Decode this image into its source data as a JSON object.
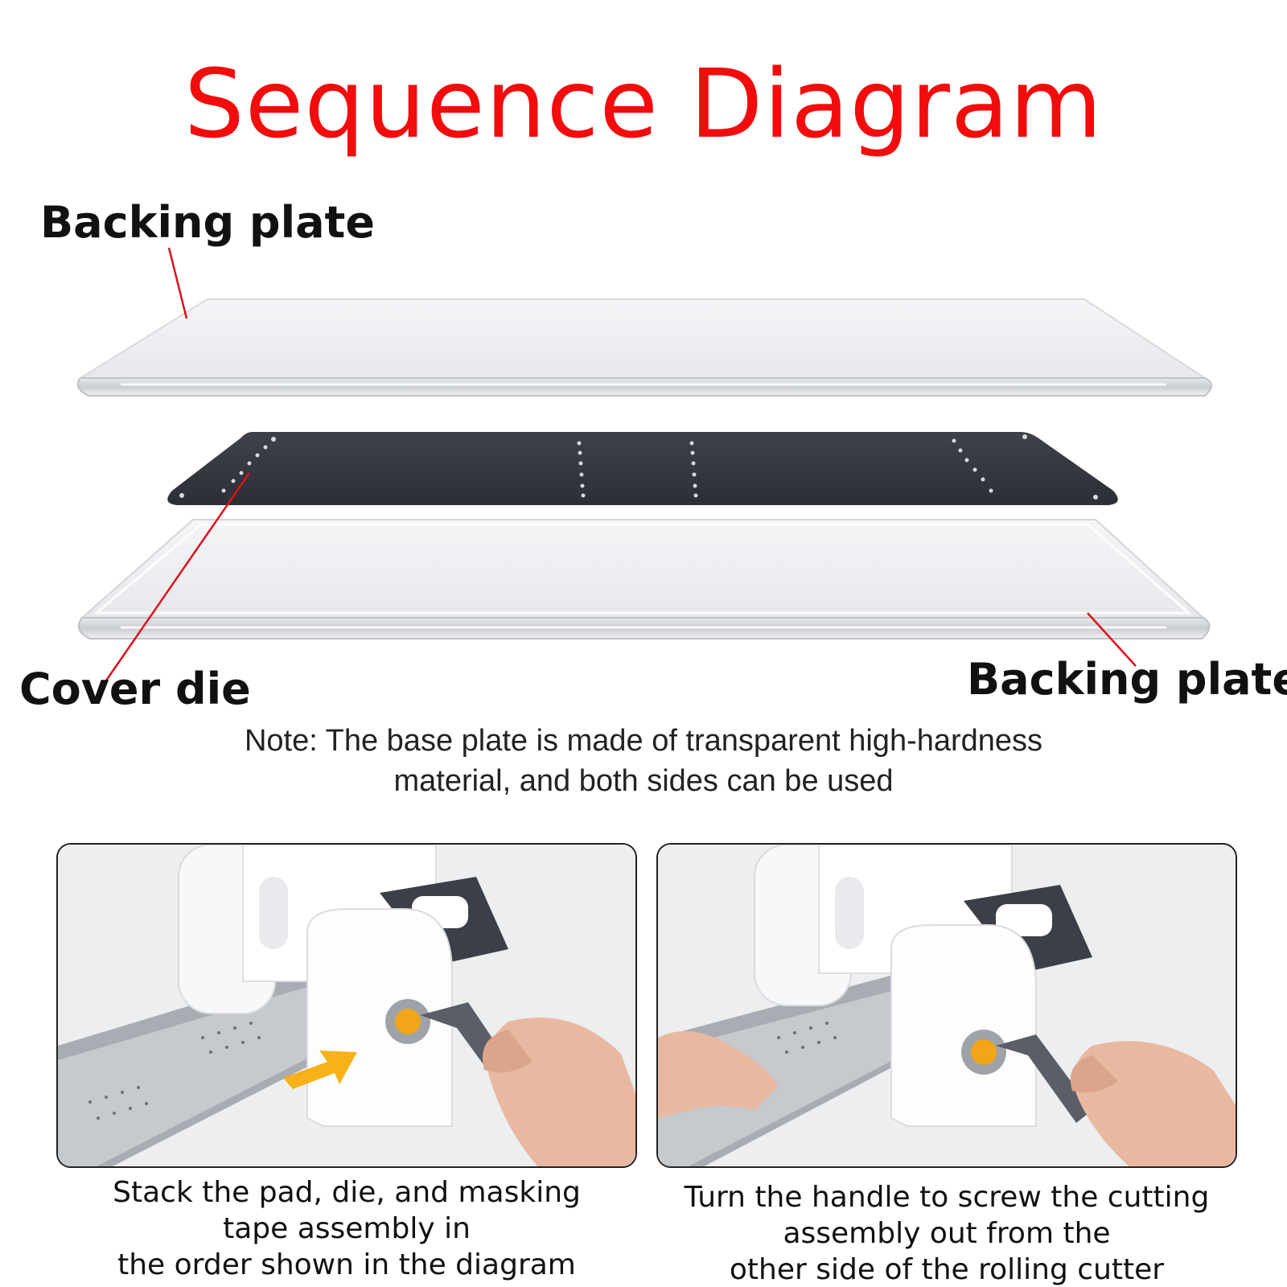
{
  "title": "Sequence Diagram",
  "labels": {
    "top_backing_plate": "Backing plate",
    "cover_die": "Cover die",
    "bottom_backing_plate": "Backing plate"
  },
  "note": {
    "line1": "Note: The base plate is made of transparent high-hardness",
    "line2": "material, and both sides can be used"
  },
  "steps": [
    {
      "caption": [
        "Stack the pad, die, and masking",
        "tape assembly in",
        "the order shown in the diagram"
      ],
      "image": "die-cutting-machine-feeding-photo"
    },
    {
      "caption": [
        "Turn the handle to screw the cutting",
        "assembly out from the",
        "other side of the rolling cutter"
      ],
      "image": "die-cutting-machine-handle-photo"
    }
  ],
  "colors": {
    "title": "#f20c0c",
    "leader_line": "#e0101a",
    "cover_die": "#3a3d44",
    "arrow": "#f7b21a"
  }
}
